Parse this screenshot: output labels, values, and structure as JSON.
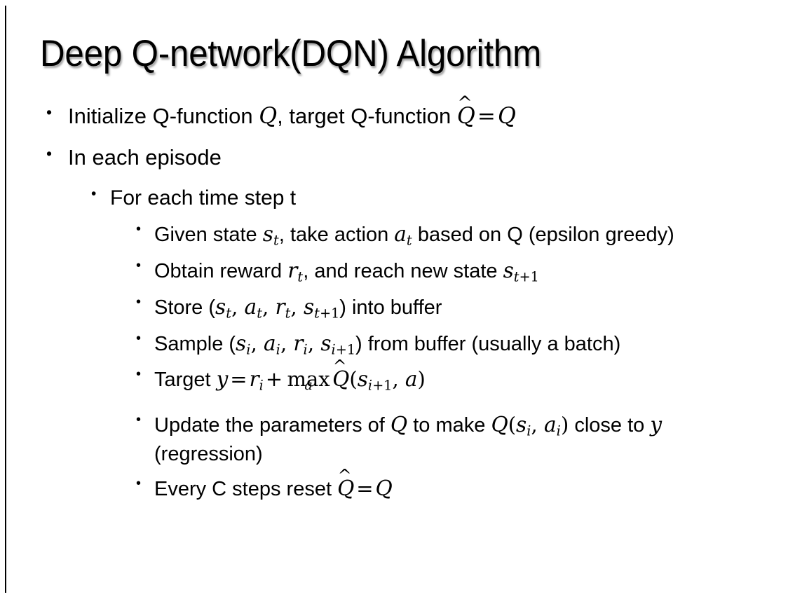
{
  "slide": {
    "title": "Deep Q-network(DQN) Algorithm",
    "background_color": "#ffffff",
    "text_color": "#000000",
    "accent_rule_color": "#000000"
  },
  "bullets": {
    "b1": {
      "level": 1,
      "marker": "•",
      "pre": "Initialize Q-function ",
      "var_q1": "Q",
      "mid": ", target Q-function ",
      "qhat": "Q",
      "hat": "̂",
      "eq": "=",
      "var_q2": "Q",
      "plain": "Initialize Q-function Q, target Q-function Q̂ = Q"
    },
    "b2": {
      "level": 1,
      "marker": "•",
      "text": "In each episode"
    },
    "b3": {
      "level": 2,
      "marker": "•",
      "text": "For each time step t"
    },
    "b4": {
      "level": 3,
      "marker": "•",
      "pre": "Given state ",
      "s": "s",
      "s_sub": "t",
      "mid": ", take action ",
      "a": "a",
      "a_sub": "t",
      "post": " based on Q (epsilon greedy)",
      "plain": "Given state sₜ, take action aₜ based on Q (epsilon greedy)"
    },
    "b5": {
      "level": 3,
      "marker": "•",
      "pre": "Obtain reward ",
      "r": "r",
      "r_sub": "t",
      "mid": ", and reach new state ",
      "s": "s",
      "s_sub_var": "t",
      "s_sub_num": "+1",
      "plain": "Obtain reward rₜ, and reach new state sₜ₊₁"
    },
    "b6": {
      "level": 3,
      "marker": "•",
      "pre": "Store (",
      "t1": "s",
      "t1_sub": "t",
      "t2": "a",
      "t2_sub": "t",
      "t3": "r",
      "t3_sub": "t",
      "t4": "s",
      "t4_sub_var": "t",
      "t4_sub_num": "+1",
      "post": ") into buffer",
      "plain": "Store (sₜ, aₜ, rₜ, sₜ₊₁) into buffer"
    },
    "b7": {
      "level": 3,
      "marker": "•",
      "pre": "Sample (",
      "t1": "s",
      "t1_sub": "i",
      "t2": "a",
      "t2_sub": "i",
      "t3": "r",
      "t3_sub": "i",
      "t4": "s",
      "t4_sub_var": "i",
      "t4_sub_num": "+1",
      "post": ") from buffer (usually a batch)",
      "plain": "Sample (sᵢ, aᵢ, rᵢ, sᵢ₊₁) from buffer (usually a batch)"
    },
    "b8": {
      "level": 3,
      "marker": "•",
      "pre": "Target ",
      "y": "y",
      "eq": "=",
      "r": "r",
      "r_sub": "i",
      "plus": "+",
      "max": "max",
      "max_sub": "a",
      "qhat": "Q",
      "hat": "̂",
      "open": "(",
      "s": "s",
      "s_sub_var": "i",
      "s_sub_num": "+1",
      "comma": ", ",
      "a": "a",
      "close": ")",
      "plain": "Target y = rᵢ + maxₐ Q̂(sᵢ₊₁, a)"
    },
    "b9": {
      "level": 3,
      "marker": "•",
      "pre": "Update the parameters of ",
      "q1": "Q",
      "mid": " to make ",
      "q2": "Q",
      "open": "(",
      "s": "s",
      "s_sub": "i",
      "comma": ", ",
      "a": "a",
      "a_sub": "i",
      "close": ")",
      "post": " close to ",
      "y": "y",
      "tail": " (regression)",
      "plain": "Update the parameters of Q to make Q(sᵢ, aᵢ) close to y (regression)"
    },
    "b10": {
      "level": 3,
      "marker": "•",
      "pre": "Every C steps reset ",
      "qhat": "Q",
      "hat": "̂",
      "eq": "=",
      "q": "Q",
      "plain": "Every C steps reset Q̂ = Q"
    }
  }
}
